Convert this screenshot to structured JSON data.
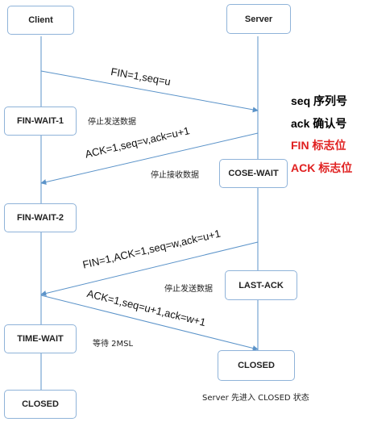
{
  "participants": {
    "client": "Client",
    "server": "Server"
  },
  "client_states": {
    "fin_wait_1": "FIN-WAIT-1",
    "fin_wait_2": "FIN-WAIT-2",
    "time_wait": "TIME-WAIT",
    "closed": "CLOSED"
  },
  "server_states": {
    "cose_wait": "COSE-WAIT",
    "last_ack": "LAST-ACK",
    "closed": "CLOSED"
  },
  "messages": {
    "m1": "FIN=1,seq=u",
    "m2": "ACK=1,seq=v,ack=u+1",
    "m3": "FIN=1,ACK=1,seq=w,ack=u+1",
    "m4": "ACK=1,seq=u+1,ack=w+1"
  },
  "notes": {
    "stop_send_client": "停止发送数据",
    "stop_receive": "停止接收数据",
    "stop_send_server": "停止发送数据",
    "wait_2msl": "等待 2MSL",
    "server_closed_first": "Server  先进入 CLOSED 状态"
  },
  "legend": [
    {
      "text": "seq 序列号",
      "color": "#000000"
    },
    {
      "text": "ack 确认号",
      "color": "#000000"
    },
    {
      "text": "FIN 标志位",
      "color": "#e02020"
    },
    {
      "text": "ACK 标志位",
      "color": "#e02020"
    }
  ],
  "colors": {
    "line": "#5b93c9",
    "box_border": "#8fb3d9",
    "highlight": "#e02020"
  }
}
